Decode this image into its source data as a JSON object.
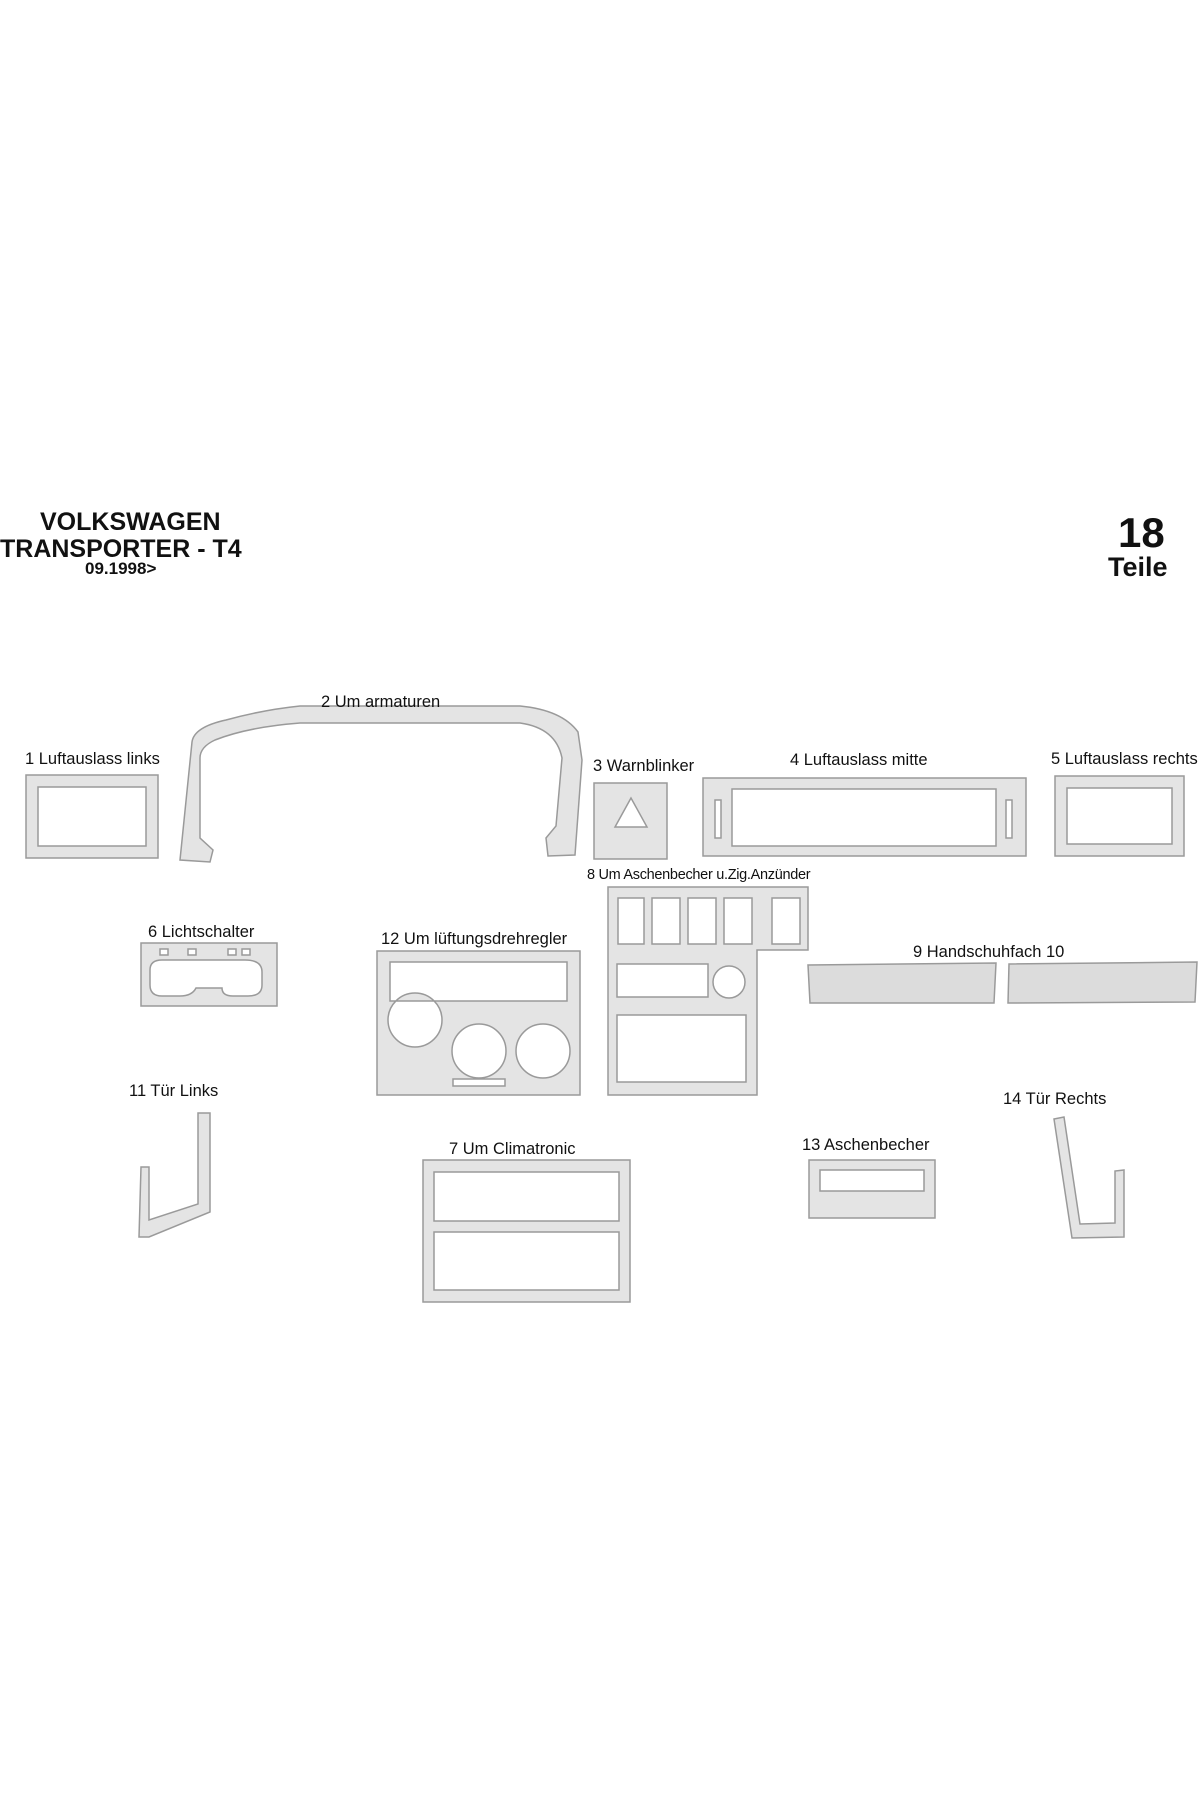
{
  "header": {
    "brand": "VOLKSWAGEN",
    "model": "TRANSPORTER - T4",
    "year": "09.1998>",
    "count": "18",
    "count_unit": "Teile"
  },
  "labels": {
    "part1": "1 Luftauslass links",
    "part2": "2 Um armaturen",
    "part3": "3 Warnblinker",
    "part4": "4 Luftauslass mitte",
    "part5": "5 Luftauslass rechts",
    "part6": "6 Lichtschalter",
    "part7": "7 Um Climatronic",
    "part8": "8  Um Aschenbecher u.Zig.Anzünder",
    "part9_10": "9   Handschuhfach  10",
    "part11": "11 Tür Links",
    "part12": "12 Um lüftungsdrehregler",
    "part13": "13 Aschenbecher",
    "part14": "14 Tür Rechts"
  },
  "colors": {
    "part_fill": "#e4e4e4",
    "part_stroke": "#9a9a9a",
    "text": "#111111",
    "background": "#ffffff"
  }
}
